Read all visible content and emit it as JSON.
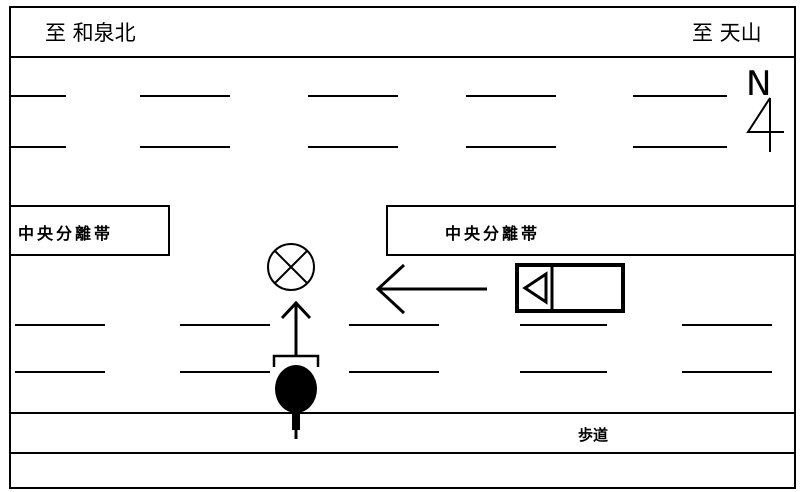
{
  "header": {
    "left_destination": "至 和泉北",
    "right_destination": "至 天山"
  },
  "compass": {
    "letter": "N",
    "icon": "north-arrow-icon"
  },
  "median": {
    "left_label": "中央分離帯",
    "right_label": "中央分離帯"
  },
  "sidewalk": {
    "label": "歩道"
  },
  "symbols": {
    "collision_point": "x-circle-icon",
    "car": "car-icon",
    "motorcycle": "motorcycle-icon"
  }
}
